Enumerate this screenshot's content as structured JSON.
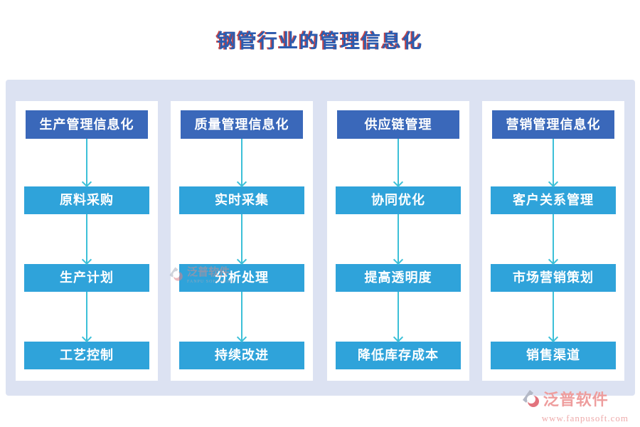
{
  "title": "钢管行业的管理信息化",
  "columns": [
    {
      "header": "生产管理信息化",
      "steps": [
        "原料采购",
        "生产计划",
        "工艺控制"
      ]
    },
    {
      "header": "质量管理信息化",
      "steps": [
        "实时采集",
        "分析处理",
        "持续改进"
      ]
    },
    {
      "header": "供应链管理",
      "steps": [
        "协同优化",
        "提高透明度",
        "降低库存成本"
      ]
    },
    {
      "header": "营销管理信息化",
      "steps": [
        "客户关系管理",
        "市场营销策划",
        "销售渠道"
      ]
    }
  ],
  "watermark": {
    "name": "泛普软件",
    "subtext": "FANPU SOFTWARE"
  },
  "logo": {
    "name": "泛普软件",
    "url": "www.fanpusoft.com"
  },
  "colors": {
    "title_blue": "#2b5cb0",
    "title_red_shadow": "#c84545",
    "header_box_blue": "#3a68ba",
    "step_box_cyan": "#2fa3da",
    "arrow_teal": "#3cc0d8",
    "panel_lavender": "#dce2f2",
    "logo_pink": "#ee9d9d"
  }
}
